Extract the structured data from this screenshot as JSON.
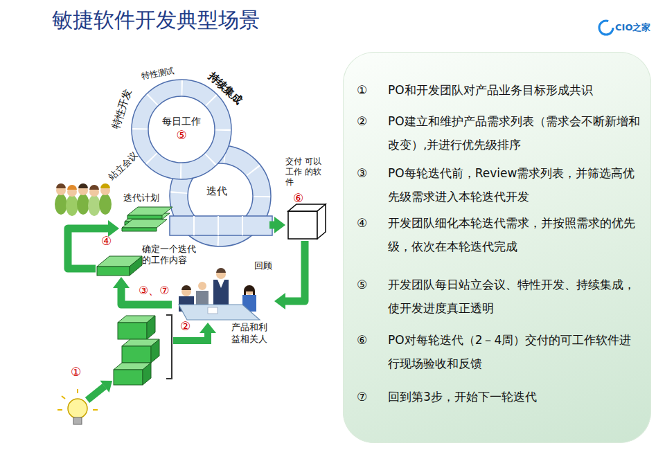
{
  "diagram": {
    "title": "敏捷软件开发典型场景",
    "nodes": [
      {
        "text": [
          "①",
          "PO和开发团队对产品业务目标形成共识",
          "②",
          "PO建立和维护产品需求列表（需求会不断新增和改变）,并进行优先级排序",
          "③",
          "PO每轮迭代前，Review需求列表，并筛选高优先级需求进入本轮迭代开发",
          "④",
          "开发团队细化本轮迭代需求，并按照需求的优先级，依次在本轮迭代完成",
          "⑤",
          "开发团队每日站立会议、特性开发、持续集成，使开发进度真正透明",
          "⑥",
          "PO对每轮迭代（2－4周）交付的可工作软件进行现场验收和反馈",
          "⑦",
          "回到第3步，开始下一轮迭代"
        ]
      },
      {
        "text": [
          "每日工作",
          "⑤"
        ]
      },
      {
        "text": [
          "迭代"
        ]
      },
      {
        "text": [
          "交付 可以工作 的软件"
        ]
      },
      {
        "text": [
          "迭代计划"
        ]
      },
      {
        "text": [
          "确定一个迭代 的工作内容"
        ]
      },
      {
        "text": [
          "产品和利 益相关人"
        ]
      }
    ],
    "edges": [
      {
        "from": 2,
        "to": 3,
        "arrow": "to"
      },
      {
        "from": 3,
        "to": 6,
        "label": "回顾",
        "arrow": "to"
      },
      {
        "from": 6,
        "to": 5,
        "arrow": "to"
      },
      {
        "from": 5,
        "to": 4,
        "arrow": "to"
      }
    ],
    "labels": [
      "CIO之家",
      "特性测试",
      "持续集成",
      "特性开发",
      "站立会议",
      "⑥",
      "④",
      "③、⑦",
      "②",
      "①"
    ]
  }
}
